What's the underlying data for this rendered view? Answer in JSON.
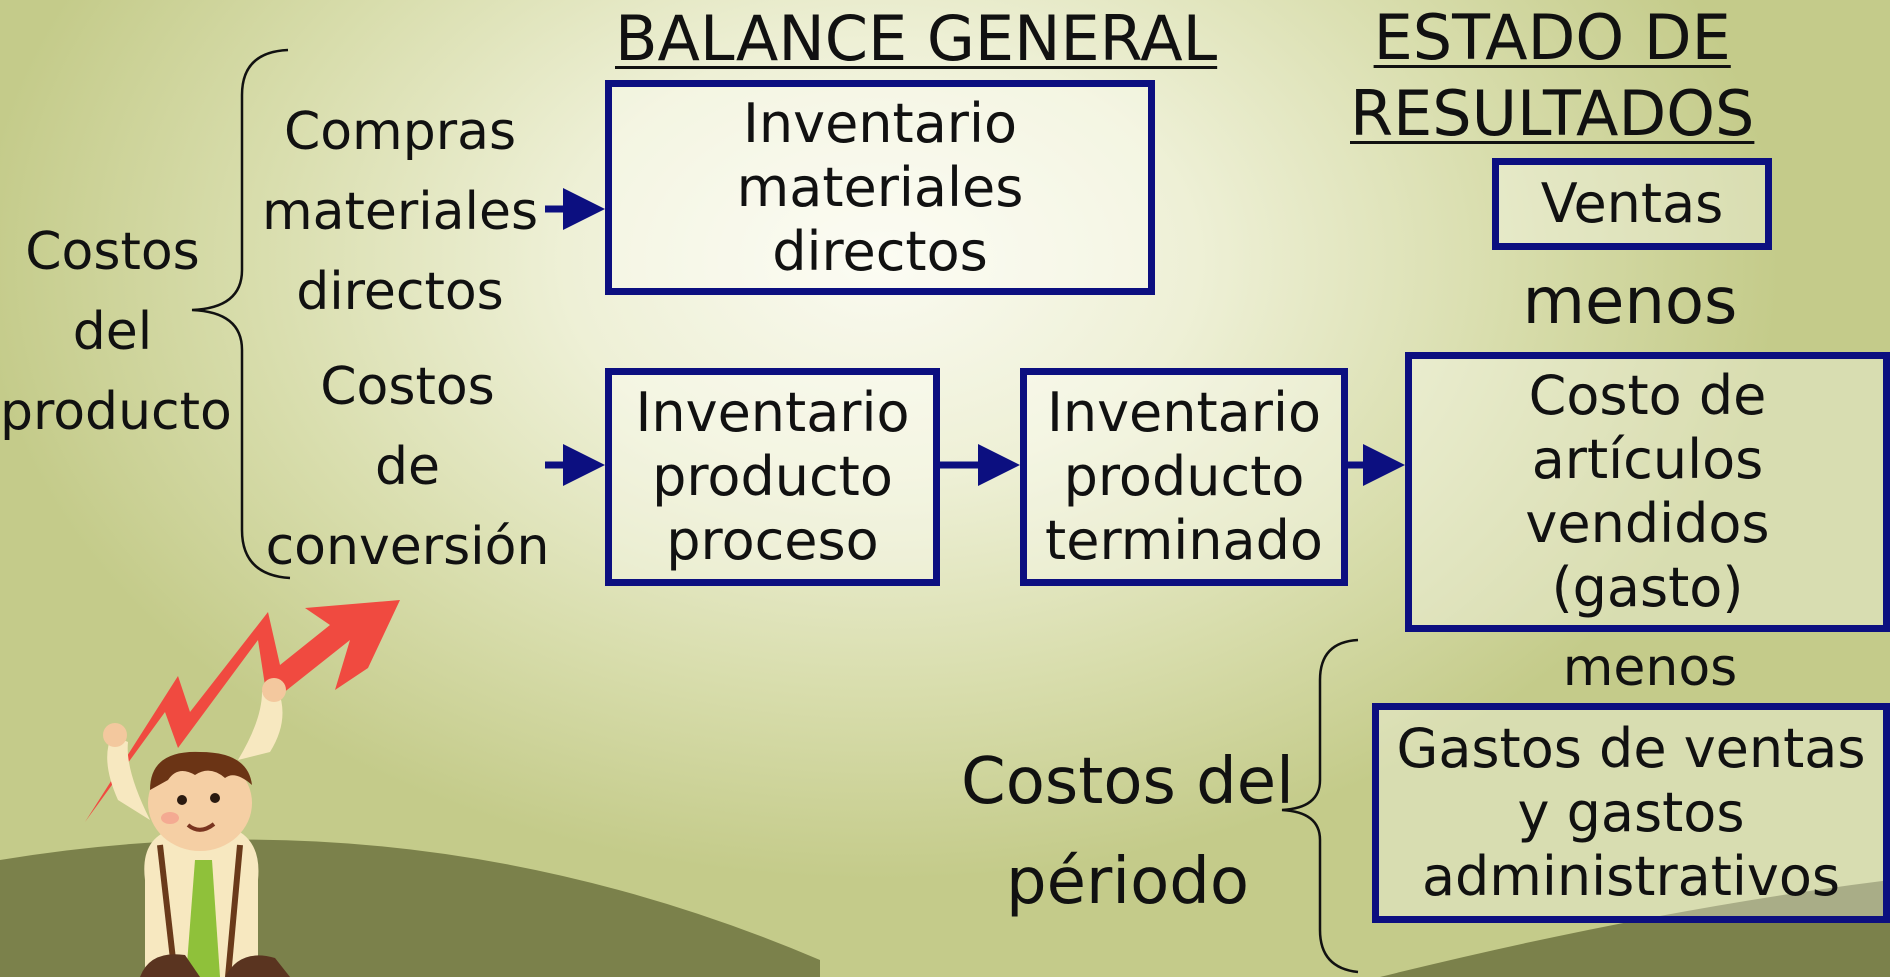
{
  "headings": {
    "balance": "BALANCE GENERAL",
    "results": "ESTADO DE\nRESULTADOS"
  },
  "left": {
    "product_costs": "Costos\ndel\nproducto",
    "purchases": "Compras\nmateriales\ndirectos",
    "conversion": "Costos\nde\nconversión"
  },
  "boxes": {
    "raw_materials": "Inventario\nmateriales\ndirectos",
    "work_in_process": "Inventario\nproducto\nproceso",
    "finished_goods": "Inventario\nproducto\nterminado",
    "sales": "Ventas",
    "cogs": "Costo de\nartículos\nvendidos\n(gasto)",
    "selling_admin": "Gastos de ventas\ny gastos\nadministrativos"
  },
  "connectors": {
    "less_1": "menos",
    "less_2": "menos"
  },
  "period_costs": "Costos del\npériodo",
  "colors": {
    "box_border": "#0c0f80",
    "arrow": "#0c0f80",
    "growth_arrow": "#f04a40",
    "hill": "#6f7440"
  }
}
